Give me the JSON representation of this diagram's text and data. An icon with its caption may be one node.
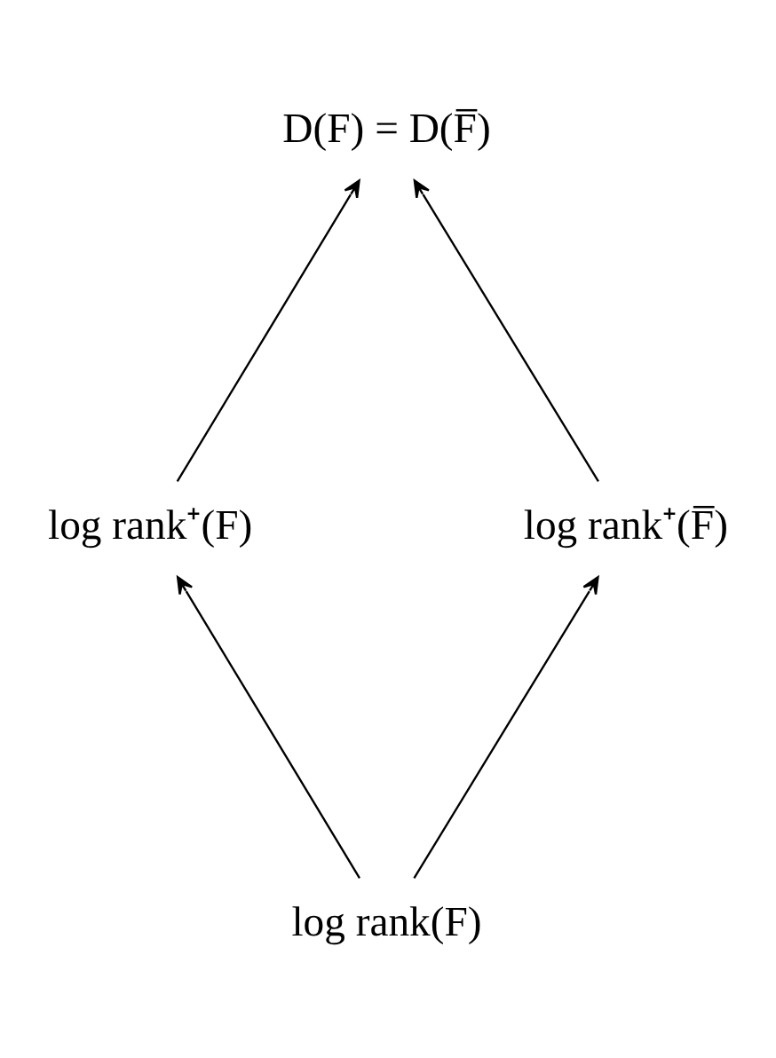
{
  "diagram": {
    "nodes": [
      {
        "text": [
          "D(F) = D(F̅)"
        ]
      },
      {
        "text": [
          "log rank⁺(F)"
        ]
      },
      {
        "text": [
          "log rank⁺(F̅)"
        ]
      },
      {
        "text": [
          "log rank(F)"
        ]
      }
    ],
    "edges": [
      {
        "from": 1,
        "to": 0,
        "arrow": "to"
      },
      {
        "from": 2,
        "to": 0,
        "arrow": "to"
      },
      {
        "from": 3,
        "to": 1,
        "arrow": "to"
      },
      {
        "from": 3,
        "to": 2,
        "arrow": "to"
      }
    ]
  }
}
